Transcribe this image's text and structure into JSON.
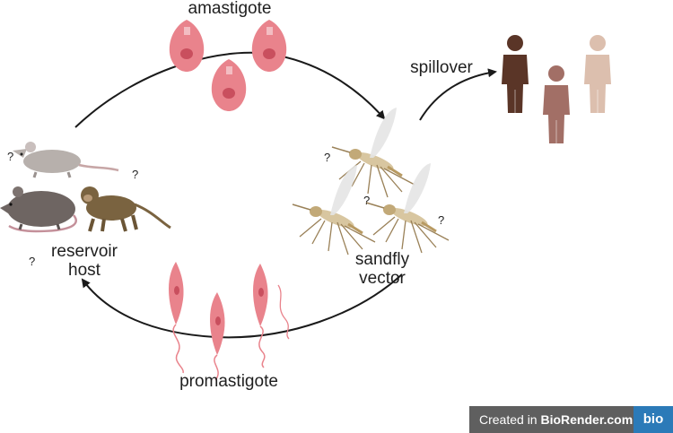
{
  "labels": {
    "amastigote": "amastigote",
    "spillover": "spillover",
    "reservoir_line1": "reservoir",
    "reservoir_line2": "host",
    "sandfly_line1": "sandfly",
    "sandfly_line2": "vector",
    "promastigote": "promastigote"
  },
  "question_marks": [
    "?",
    "?",
    "?",
    "?",
    "?",
    "?"
  ],
  "badge": {
    "prefix": "Created in ",
    "brand": "BioRender.com",
    "logo": "bio"
  },
  "colors": {
    "parasite": "#e9838c",
    "parasite_dark": "#c6505e",
    "arrow": "#1a1a1a",
    "human_dark": "#5a3527",
    "human_mid": "#a26f66",
    "human_light": "#dcbfae",
    "badge_bg": "#5f5f5f",
    "badge_logo": "#2b7ab8"
  },
  "icons": [
    "amastigote-icon",
    "mouse-icon",
    "rat-icon",
    "monkey-icon",
    "sandfly-icon",
    "human-icon",
    "promastigote-icon"
  ]
}
